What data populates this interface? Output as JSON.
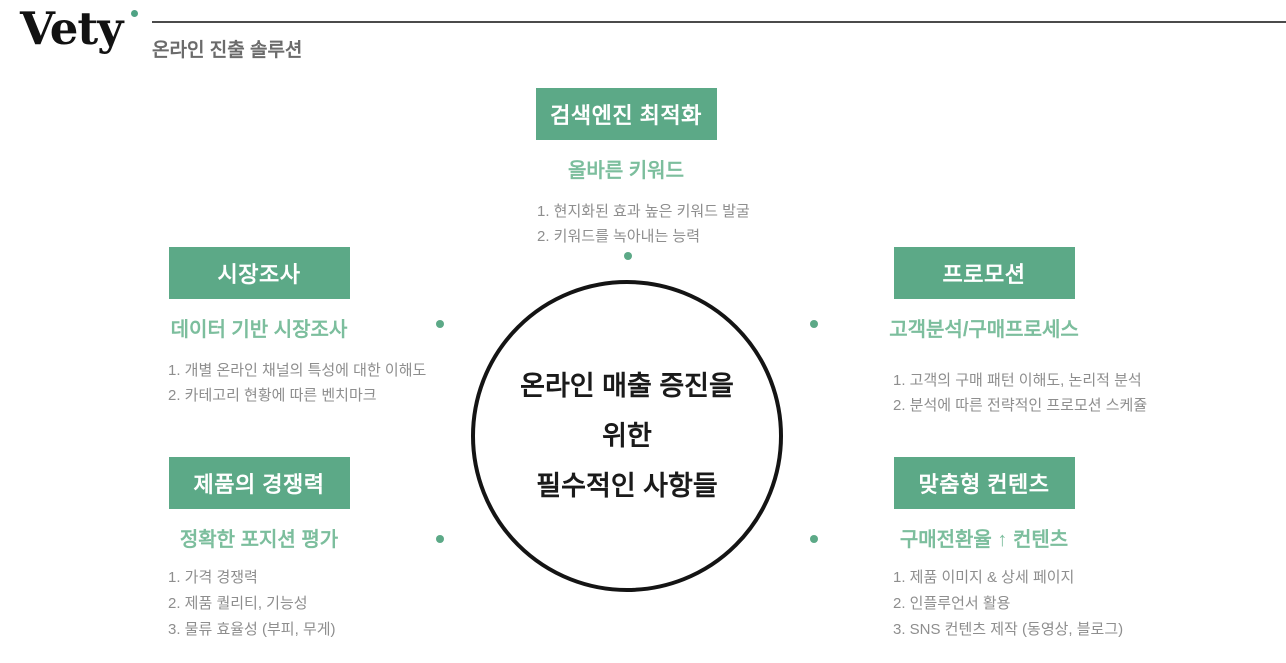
{
  "colors": {
    "accent_green": "#5ca987",
    "light_green": "#7cbe9d",
    "body_gray": "#8e8e8e",
    "divider_dark": "#4b4b4b",
    "circle_border": "#141414"
  },
  "header": {
    "logo": "Vety",
    "tagline": "온라인 진출 솔루션"
  },
  "center_circle": {
    "lines": [
      "온라인 매출 증진을",
      "위한",
      "필수적인 사항들"
    ]
  },
  "sections": [
    {
      "id": "seo",
      "title": "검색엔진 최적화",
      "subtitle": "올바른 키워드",
      "items": [
        "1. 현지화된 효과 높은 키워드 발굴",
        "2. 키워드를 녹아내는 능력"
      ]
    },
    {
      "id": "market-research",
      "title": "시장조사",
      "subtitle": "데이터 기반 시장조사",
      "items": [
        "1. 개별 온라인 채널의 특성에 대한 이해도",
        "2. 카테고리 현황에 따른 벤치마크"
      ]
    },
    {
      "id": "product-competitiveness",
      "title": "제품의 경쟁력",
      "subtitle": "정확한 포지션 평가",
      "items": [
        "1. 가격 경쟁력",
        "2. 제품 퀄리티, 기능성",
        "3. 물류 효율성 (부피, 무게)"
      ]
    },
    {
      "id": "promotion",
      "title": "프로모션",
      "subtitle": "고객분석/구매프로세스",
      "items": [
        "1. 고객의 구매 패턴 이해도, 논리적 분석",
        "2. 분석에 따른 전략적인 프로모션 스케쥴"
      ]
    },
    {
      "id": "custom-content",
      "title": "맞춤형 컨텐츠",
      "subtitle": "구매전환율 ↑ 컨텐츠",
      "items": [
        "1. 제품 이미지 & 상세 페이지",
        "2. 인플루언서 활용",
        "3. SNS 컨텐츠 제작 (동영상, 블로그)"
      ]
    }
  ]
}
